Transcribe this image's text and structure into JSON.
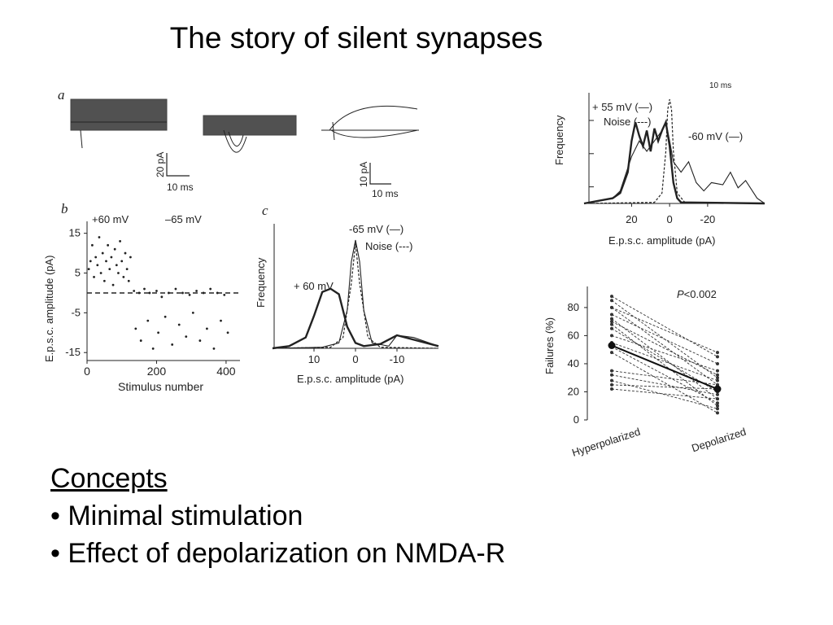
{
  "slide": {
    "title": "The story of silent synapses",
    "concepts_heading": "Concepts",
    "concepts": [
      "• Minimal stimulation",
      "• Effect of depolarization on NMDA-R"
    ]
  },
  "figure_left": {
    "panel_a": {
      "letter": "a",
      "scalebar1": {
        "y": "20 pA",
        "x": "10 ms"
      },
      "scalebar2": {
        "y": "10 pA",
        "x": "10 ms"
      }
    },
    "panel_b": {
      "letter": "b",
      "top_labels": [
        "+60 mV",
        "–65 mV"
      ],
      "ylabel": "E.p.s.c. amplitude (pA)",
      "xlabel": "Stimulus number"
    },
    "panel_c": {
      "letter": "c",
      "ylabel": "Frequency",
      "xlabel": "E.p.s.c. amplitude (pA)",
      "legend": [
        "-65 mV (—)",
        "Noise (---)"
      ],
      "curve_label": "+ 60 mV"
    }
  },
  "figure_right_top": {
    "ylabel": "Frequency",
    "xlabel": "E.p.s.c. amplitude (pA)",
    "legend": [
      "+ 55 mV (—)",
      "Noise (---)",
      "-60 mV (—)"
    ],
    "partial_label": "10 ms"
  },
  "figure_right_bottom": {
    "ylabel": "Failures (%)",
    "pvalue": "P<0.002"
  },
  "chart_data": [
    {
      "type": "scatter",
      "panel": "b",
      "title": "",
      "xlabel": "Stimulus number",
      "ylabel": "E.p.s.c. amplitude (pA)",
      "xlim": [
        0,
        440
      ],
      "ylim": [
        -17,
        18
      ],
      "x_ticks": [
        "0",
        "200",
        "400"
      ],
      "y_ticks": [
        "15",
        "5",
        "-5",
        "-15"
      ],
      "x_tick_values": [
        0,
        200,
        400
      ],
      "y_tick_values": [
        15,
        5,
        -5,
        -15
      ],
      "series": [
        {
          "name": "+60 mV",
          "points": [
            [
              5,
              6
            ],
            [
              10,
              8
            ],
            [
              15,
              12
            ],
            [
              20,
              4
            ],
            [
              25,
              9
            ],
            [
              30,
              7
            ],
            [
              35,
              14
            ],
            [
              40,
              5
            ],
            [
              45,
              10
            ],
            [
              50,
              3
            ],
            [
              55,
              8
            ],
            [
              60,
              12
            ],
            [
              65,
              6
            ],
            [
              70,
              9
            ],
            [
              75,
              2
            ],
            [
              80,
              11
            ],
            [
              85,
              7
            ],
            [
              90,
              5
            ],
            [
              95,
              13
            ],
            [
              100,
              8
            ],
            [
              105,
              4
            ],
            [
              110,
              10
            ],
            [
              115,
              6
            ],
            [
              120,
              3
            ],
            [
              125,
              9
            ]
          ]
        },
        {
          "name": "–65 mV",
          "points": [
            [
              135,
              0.5
            ],
            [
              140,
              -9
            ],
            [
              150,
              0
            ],
            [
              155,
              -12
            ],
            [
              165,
              1
            ],
            [
              175,
              -7
            ],
            [
              180,
              0
            ],
            [
              190,
              -14
            ],
            [
              200,
              0.5
            ],
            [
              205,
              -10
            ],
            [
              215,
              -1
            ],
            [
              225,
              -6
            ],
            [
              235,
              0
            ],
            [
              245,
              -13
            ],
            [
              255,
              1
            ],
            [
              265,
              -8
            ],
            [
              275,
              0
            ],
            [
              285,
              -11
            ],
            [
              295,
              -0.5
            ],
            [
              305,
              -5
            ],
            [
              315,
              0.5
            ],
            [
              325,
              -12
            ],
            [
              335,
              0
            ],
            [
              345,
              -9
            ],
            [
              355,
              1
            ],
            [
              365,
              -14
            ],
            [
              375,
              0
            ],
            [
              385,
              -7
            ],
            [
              395,
              -0.5
            ],
            [
              405,
              -10
            ]
          ]
        }
      ]
    },
    {
      "type": "line",
      "panel": "c",
      "xlabel": "E.p.s.c. amplitude (pA)",
      "ylabel": "Frequency",
      "x_ticks": [
        "10",
        "0",
        "-10"
      ],
      "x_tick_values": [
        10,
        0,
        -10
      ],
      "xlim": [
        20,
        -20
      ],
      "ylim": [
        0,
        1
      ],
      "series": [
        {
          "name": "+ 60 mV",
          "x": [
            20,
            16,
            12,
            10,
            8,
            6,
            4,
            2,
            0,
            -2,
            -6,
            -10,
            -14,
            -20
          ],
          "y": [
            0,
            0.02,
            0.1,
            0.3,
            0.52,
            0.55,
            0.5,
            0.2,
            0.05,
            0.02,
            0.04,
            0.12,
            0.08,
            0.02
          ]
        },
        {
          "name": "-65 mV",
          "x": [
            20,
            8,
            4,
            2,
            1,
            0,
            -1,
            -2,
            -4,
            -8,
            -10,
            -14,
            -20
          ],
          "y": [
            0,
            0.01,
            0.05,
            0.35,
            0.8,
            1.0,
            0.8,
            0.35,
            0.05,
            0.02,
            0.12,
            0.1,
            0.02
          ]
        },
        {
          "name": "Noise",
          "x": [
            20,
            6,
            3,
            1,
            0,
            -1,
            -3,
            -6,
            -20
          ],
          "y": [
            0,
            0.01,
            0.1,
            0.6,
            0.97,
            0.6,
            0.1,
            0.01,
            0
          ]
        }
      ]
    },
    {
      "type": "line",
      "panel": "right-top",
      "xlabel": "E.p.s.c. amplitude (pA)",
      "ylabel": "Frequency",
      "x_ticks": [
        "20",
        "0",
        "-20"
      ],
      "x_tick_values": [
        20,
        0,
        -20
      ],
      "xlim": [
        45,
        -50
      ],
      "ylim": [
        0,
        1
      ],
      "series": [
        {
          "name": "+ 55 mV",
          "x": [
            45,
            30,
            26,
            22,
            20,
            18,
            16,
            14,
            12,
            10,
            8,
            6,
            4,
            2,
            0,
            -2,
            -4,
            -6,
            -50
          ],
          "y": [
            0,
            0.05,
            0.1,
            0.3,
            0.6,
            0.78,
            0.65,
            0.55,
            0.7,
            0.5,
            0.72,
            0.6,
            0.7,
            0.78,
            0.55,
            0.2,
            0.05,
            0.01,
            0
          ]
        },
        {
          "name": "Noise",
          "x": [
            45,
            8,
            4,
            2,
            1,
            0,
            -1,
            -2,
            -4,
            -8,
            -50
          ],
          "y": [
            0,
            0.01,
            0.1,
            0.5,
            0.9,
            1.0,
            0.9,
            0.5,
            0.1,
            0.01,
            0
          ]
        },
        {
          "name": "-60 mV",
          "x": [
            45,
            30,
            26,
            20,
            16,
            12,
            8,
            4,
            2,
            0,
            -2,
            -6,
            -10,
            -14,
            -18,
            -22,
            -28,
            -32,
            -36,
            -40,
            -46,
            -50
          ],
          "y": [
            0,
            0.05,
            0.12,
            0.45,
            0.6,
            0.5,
            0.6,
            0.7,
            0.78,
            0.6,
            0.4,
            0.3,
            0.4,
            0.2,
            0.12,
            0.2,
            0.18,
            0.3,
            0.15,
            0.22,
            0.05,
            0
          ]
        }
      ]
    },
    {
      "type": "line",
      "panel": "right-bottom",
      "ylabel": "Failures (%)",
      "categories": [
        "Hyperpolarized",
        "Depolarized"
      ],
      "y_ticks": [
        "0",
        "20",
        "40",
        "60",
        "80"
      ],
      "y_tick_values": [
        0,
        20,
        40,
        60,
        80
      ],
      "ylim": [
        0,
        95
      ],
      "mean": [
        53,
        22
      ],
      "series": [
        {
          "values": [
            88,
            45
          ]
        },
        {
          "values": [
            85,
            30
          ]
        },
        {
          "values": [
            80,
            25
          ]
        },
        {
          "values": [
            75,
            40
          ]
        },
        {
          "values": [
            72,
            15
          ]
        },
        {
          "values": [
            68,
            10
          ]
        },
        {
          "values": [
            65,
            20
          ]
        },
        {
          "values": [
            60,
            35
          ]
        },
        {
          "values": [
            55,
            28
          ]
        },
        {
          "values": [
            52,
            12
          ]
        },
        {
          "values": [
            48,
            5
          ]
        },
        {
          "values": [
            35,
            25
          ]
        },
        {
          "values": [
            32,
            18
          ]
        },
        {
          "values": [
            28,
            8
          ]
        },
        {
          "values": [
            25,
            22
          ]
        },
        {
          "values": [
            22,
            15
          ]
        },
        {
          "values": [
            80,
            48
          ]
        },
        {
          "values": [
            70,
            32
          ]
        }
      ]
    }
  ]
}
